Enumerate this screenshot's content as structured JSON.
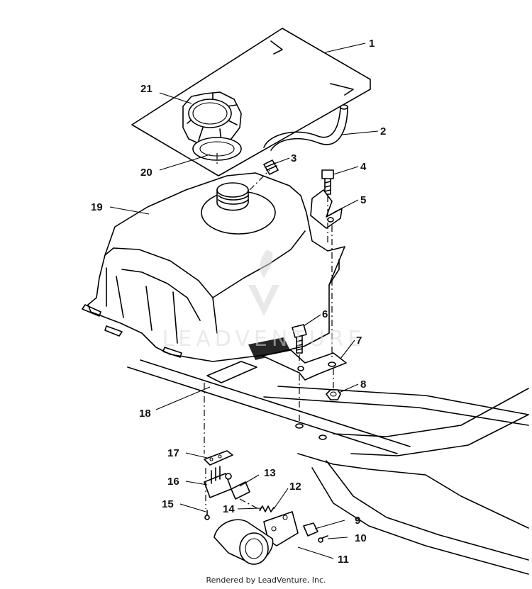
{
  "title": "Fuel tank assembly diagram",
  "callouts": [
    "1",
    "2",
    "3",
    "4",
    "5",
    "6",
    "7",
    "8",
    "9",
    "10",
    "11",
    "12",
    "13",
    "14",
    "15",
    "16",
    "17",
    "18",
    "19",
    "20",
    "21"
  ],
  "watermark": "LEADVENTURE",
  "footer": "Rendered by LeadVenture, Inc."
}
